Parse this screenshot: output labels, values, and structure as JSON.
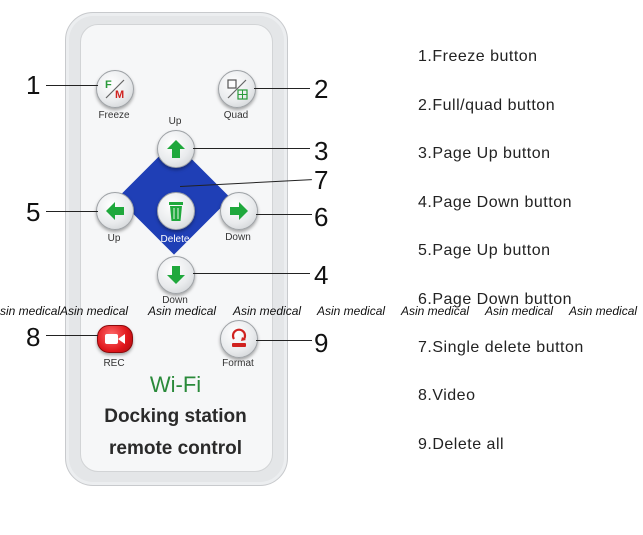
{
  "remote": {
    "buttons": {
      "freeze": "Freeze",
      "quad": "Quad",
      "up_top": "Up",
      "up_left": "Up",
      "delete": "Delete",
      "down_right": "Down",
      "down_bottom": "Down",
      "rec": "REC",
      "format": "Format"
    },
    "wifi": "Wi-Fi",
    "title_line1": "Docking station",
    "title_line2": "remote control"
  },
  "callouts": [
    "1",
    "2",
    "3",
    "4",
    "5",
    "6",
    "7",
    "8",
    "9"
  ],
  "legend": [
    "1.Freeze button",
    "2.Full/quad button",
    "3.Page Up button",
    "4.Page Down button",
    "5.Page Up button",
    "6.Page Down button",
    "7.Single delete button",
    "8.Video",
    "9.Delete all"
  ],
  "watermark": "Asin medical"
}
